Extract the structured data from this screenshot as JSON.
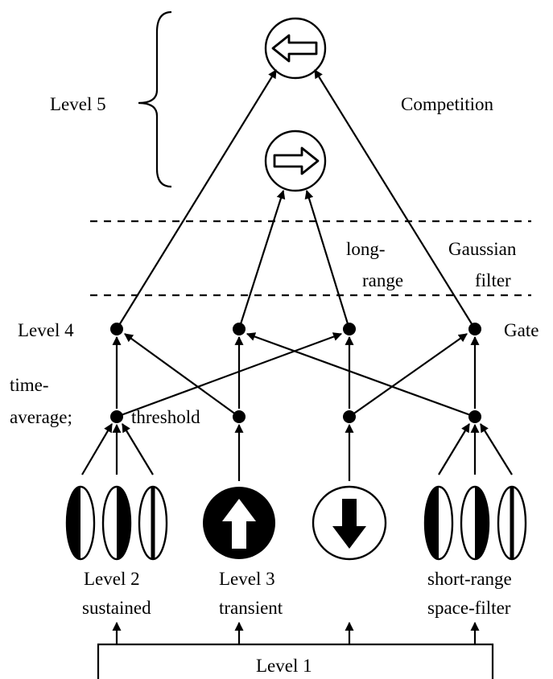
{
  "labels": {
    "level5": "Level 5",
    "competition": "Competition",
    "long": "long-",
    "range": "range",
    "gaussian": "Gaussian",
    "filter": "filter",
    "level4": "Level 4",
    "gate": "Gate",
    "time": "time-",
    "average": "average;",
    "threshold": "threshold",
    "level2": "Level 2",
    "sustained": "sustained",
    "level3": "Level 3",
    "transient": "transient",
    "short_range": "short-range",
    "space_filter": "space-filter",
    "level1": "Level 1"
  },
  "symbols": {
    "level5_top": "left-arrow-icon",
    "level5_bottom": "right-arrow-icon",
    "transient_on": "up-arrow-icon",
    "transient_off": "down-arrow-icon",
    "filters": "oriented-filter-icon"
  }
}
